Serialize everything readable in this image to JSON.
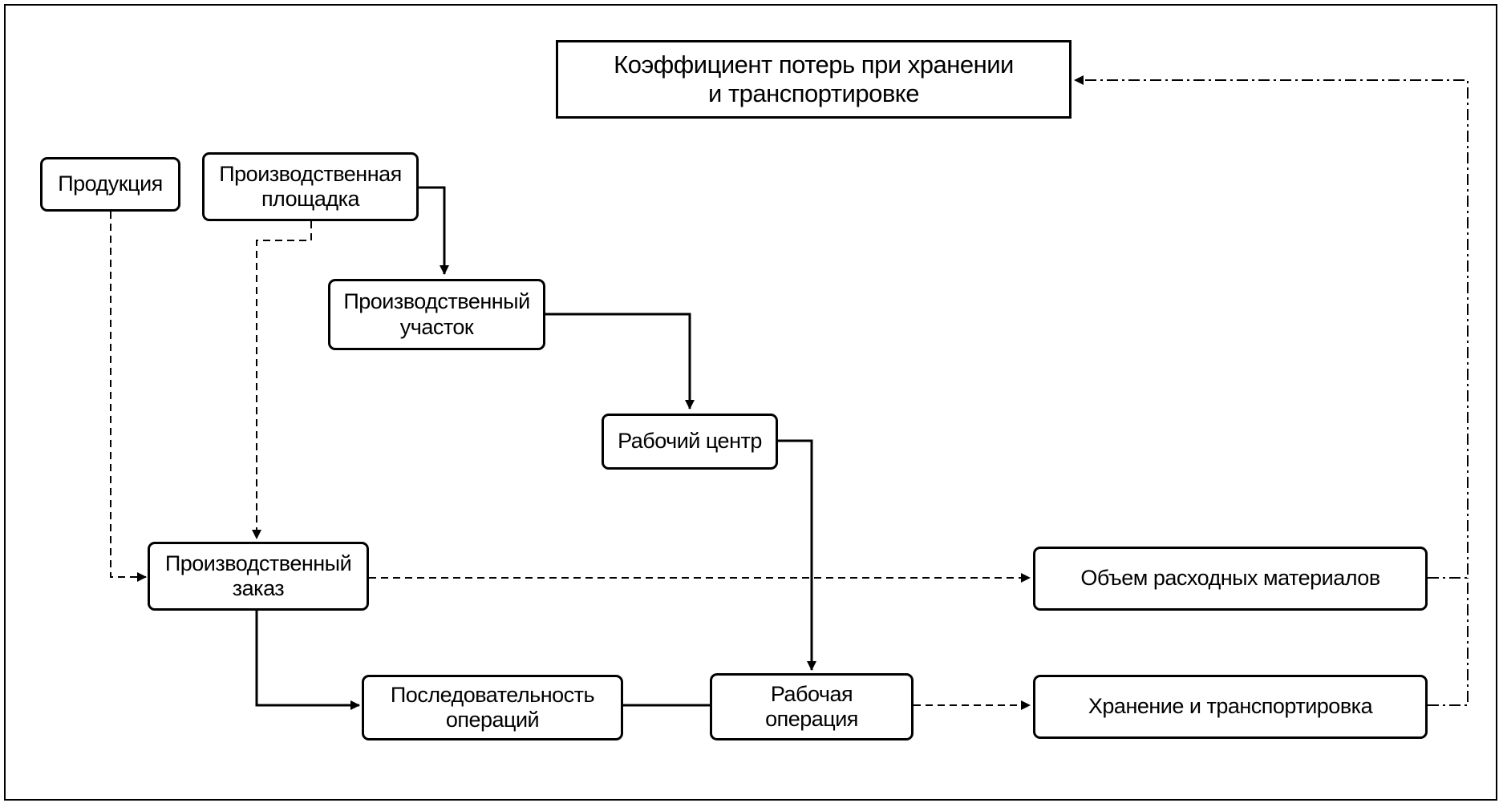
{
  "nodes": {
    "loss_coefficient": "Коэффициент потерь при хранении\nи транспортировке",
    "products": "Продукция",
    "production_site": "Производственная\nплощадка",
    "production_area": "Производственный\nучасток",
    "work_center": "Рабочий центр",
    "production_order": "Производственный\nзаказ",
    "consumables_volume": "Объем расходных материалов",
    "operation_sequence": "Последовательность\nопераций",
    "work_operation": "Рабочая\nоперация",
    "storage_transport": "Хранение и транспортировка"
  },
  "edges": [
    {
      "from": "production_site",
      "to": "production_area",
      "style": "solid"
    },
    {
      "from": "production_area",
      "to": "work_center",
      "style": "solid"
    },
    {
      "from": "work_center",
      "to": "work_operation",
      "style": "solid"
    },
    {
      "from": "production_order",
      "to": "operation_sequence",
      "style": "solid"
    },
    {
      "from": "operation_sequence",
      "to": "work_operation",
      "style": "solid"
    },
    {
      "from": "products",
      "to": "production_order",
      "style": "dashed"
    },
    {
      "from": "production_site",
      "to": "production_order",
      "style": "dashed"
    },
    {
      "from": "production_order",
      "to": "consumables_volume",
      "style": "dashed"
    },
    {
      "from": "work_operation",
      "to": "storage_transport",
      "style": "dashed"
    },
    {
      "from": "consumables_volume",
      "to": "loss_coefficient",
      "style": "dash-dot"
    },
    {
      "from": "storage_transport",
      "to": "loss_coefficient",
      "style": "dash-dot"
    }
  ]
}
